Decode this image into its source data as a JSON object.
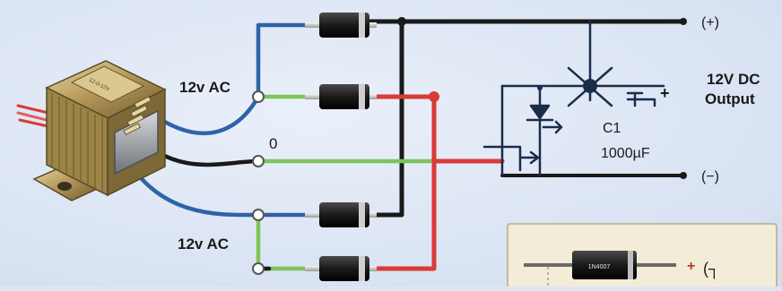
{
  "labels": {
    "ac_top": "12v AC",
    "ac_bottom": "12v AC",
    "center_tap": "0",
    "pos_terminal": "(+)",
    "neg_terminal": "(−)",
    "output_line1": "12V DC",
    "output_line2": "Output",
    "cap_name": "C1",
    "cap_value": "1000µF",
    "cap_plus": "+",
    "inset_part": "1N4007",
    "inset_plus": "+",
    "inset_bracket": "(┐",
    "transformer_marking": "12-0-12V"
  },
  "colors": {
    "background": "#dde6f4",
    "wire_black": "#1a1a1a",
    "wire_blue": "#2f63a8",
    "wire_green": "#7cc45a",
    "wire_red": "#d93b36",
    "diode_body": "#1d1d1d",
    "transformer_brass": "#b89b5c",
    "core_steel": "#8d9096"
  },
  "icons": {
    "transformer": "transformer-icon",
    "diode": "diode-icon",
    "capacitor": "capacitor-icon",
    "transistor": "transistor-icon",
    "zener": "zener-diode-icon"
  }
}
